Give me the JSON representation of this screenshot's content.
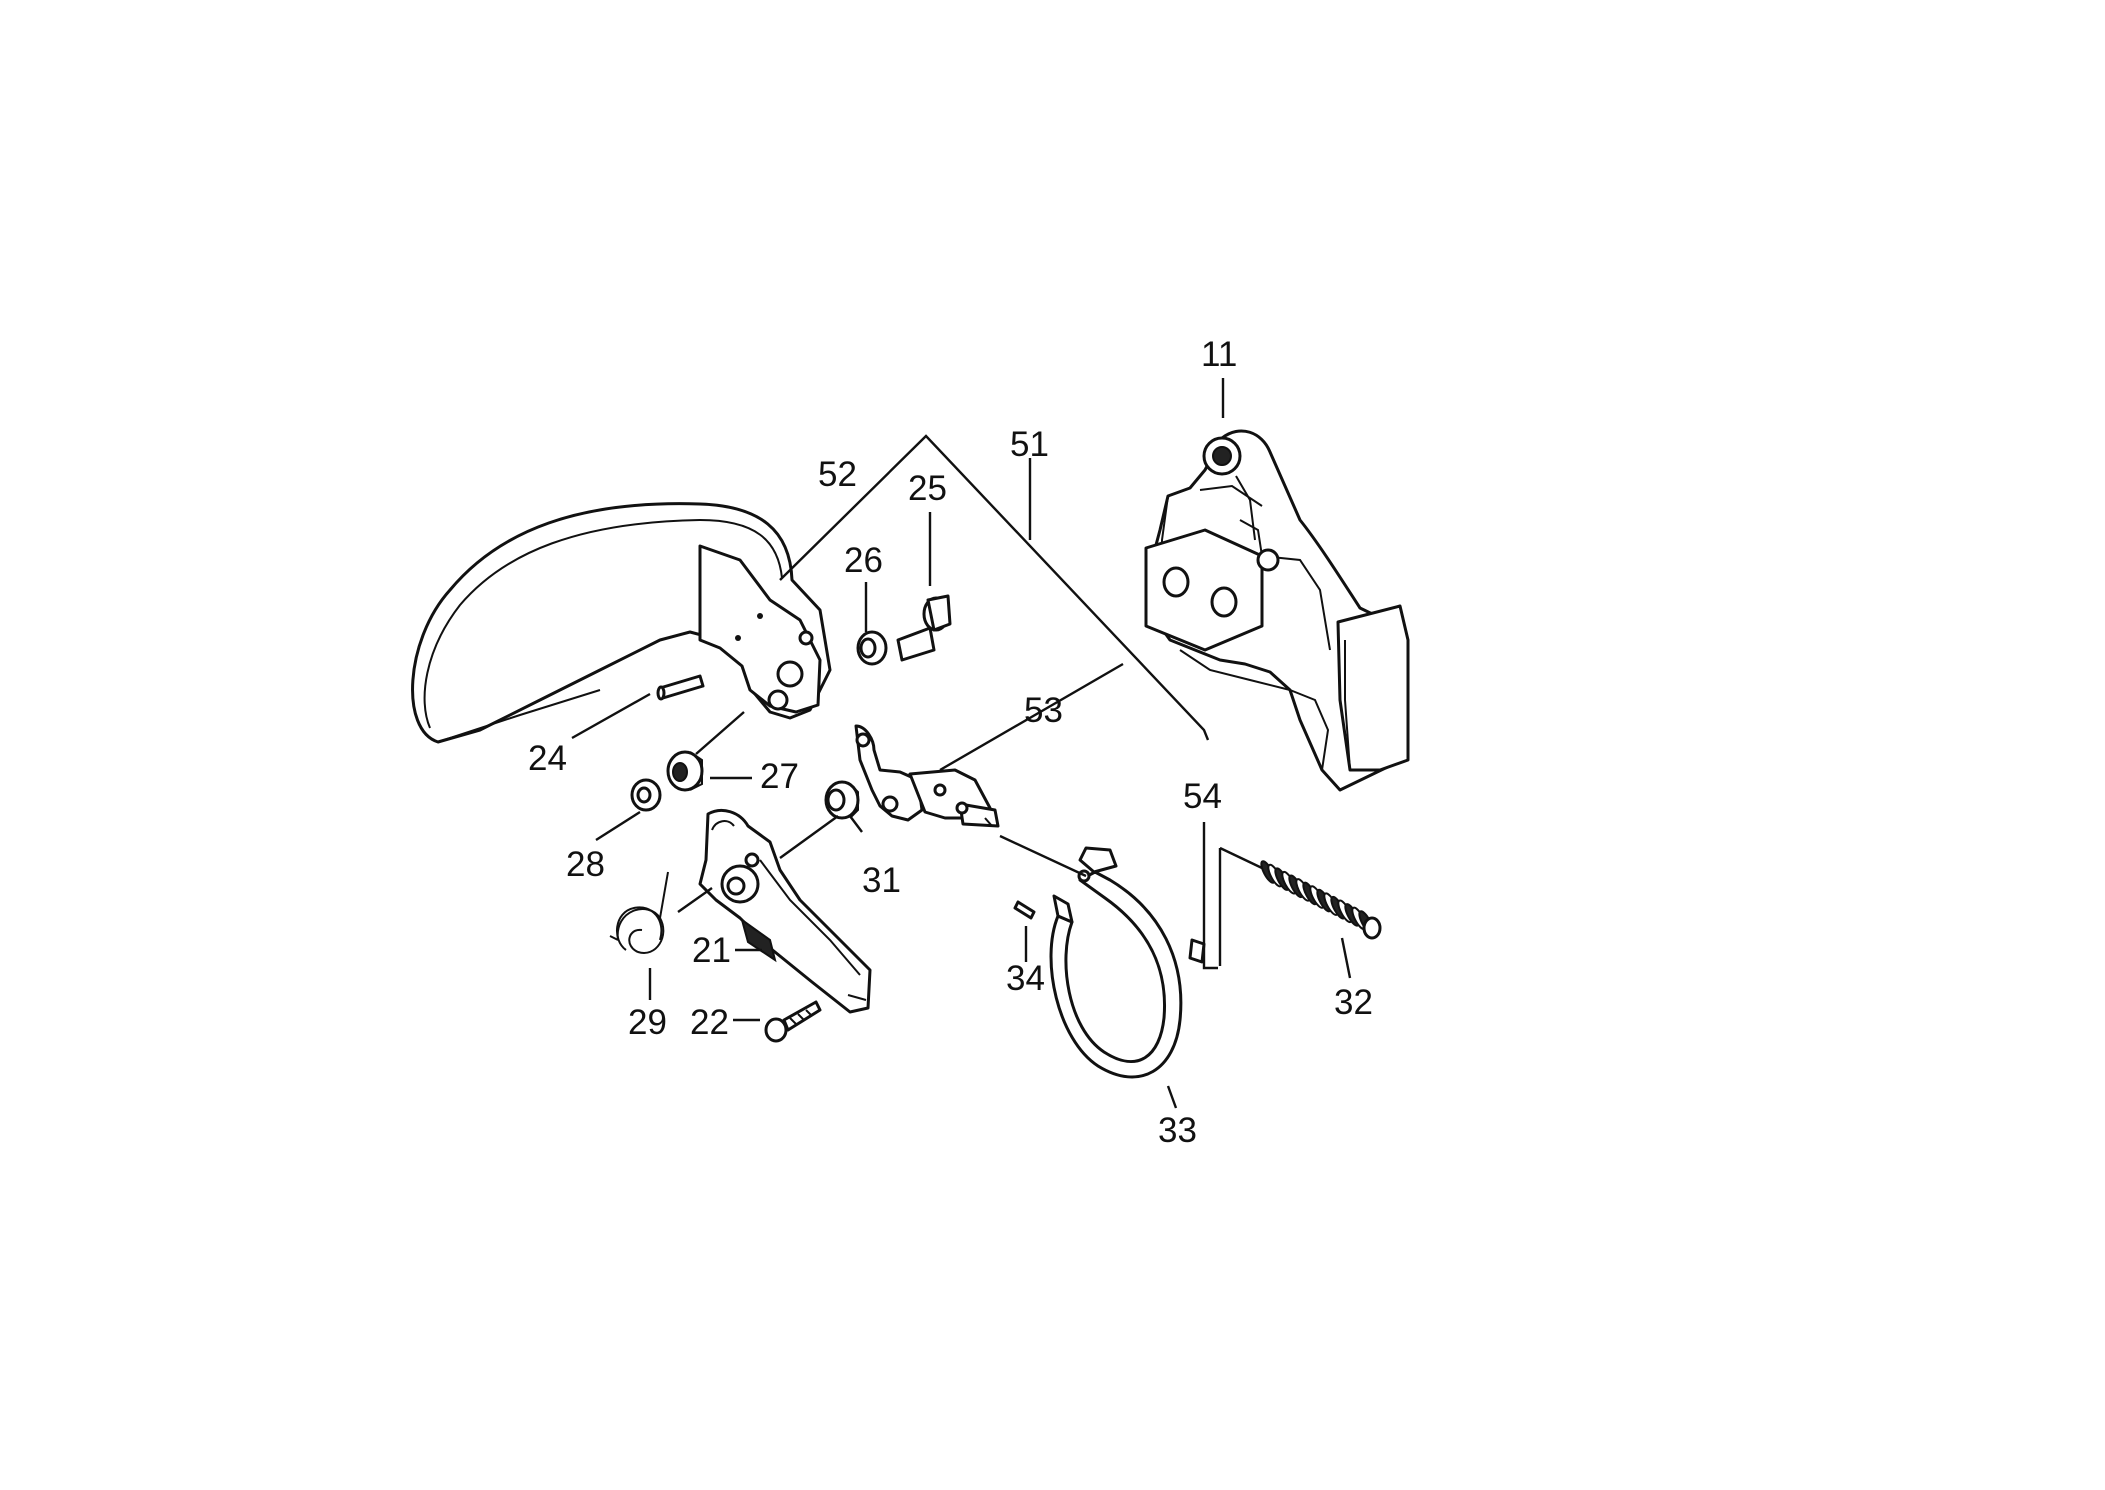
{
  "diagram": {
    "callouts": [
      {
        "id": "11",
        "label": "11"
      },
      {
        "id": "51",
        "label": "51"
      },
      {
        "id": "52",
        "label": "52"
      },
      {
        "id": "25",
        "label": "25"
      },
      {
        "id": "26",
        "label": "26"
      },
      {
        "id": "53",
        "label": "53"
      },
      {
        "id": "24",
        "label": "24"
      },
      {
        "id": "27",
        "label": "27"
      },
      {
        "id": "54",
        "label": "54"
      },
      {
        "id": "28",
        "label": "28"
      },
      {
        "id": "31",
        "label": "31"
      },
      {
        "id": "21",
        "label": "21"
      },
      {
        "id": "34",
        "label": "34"
      },
      {
        "id": "32",
        "label": "32"
      },
      {
        "id": "29",
        "label": "29"
      },
      {
        "id": "22",
        "label": "22"
      },
      {
        "id": "33",
        "label": "33"
      }
    ]
  }
}
